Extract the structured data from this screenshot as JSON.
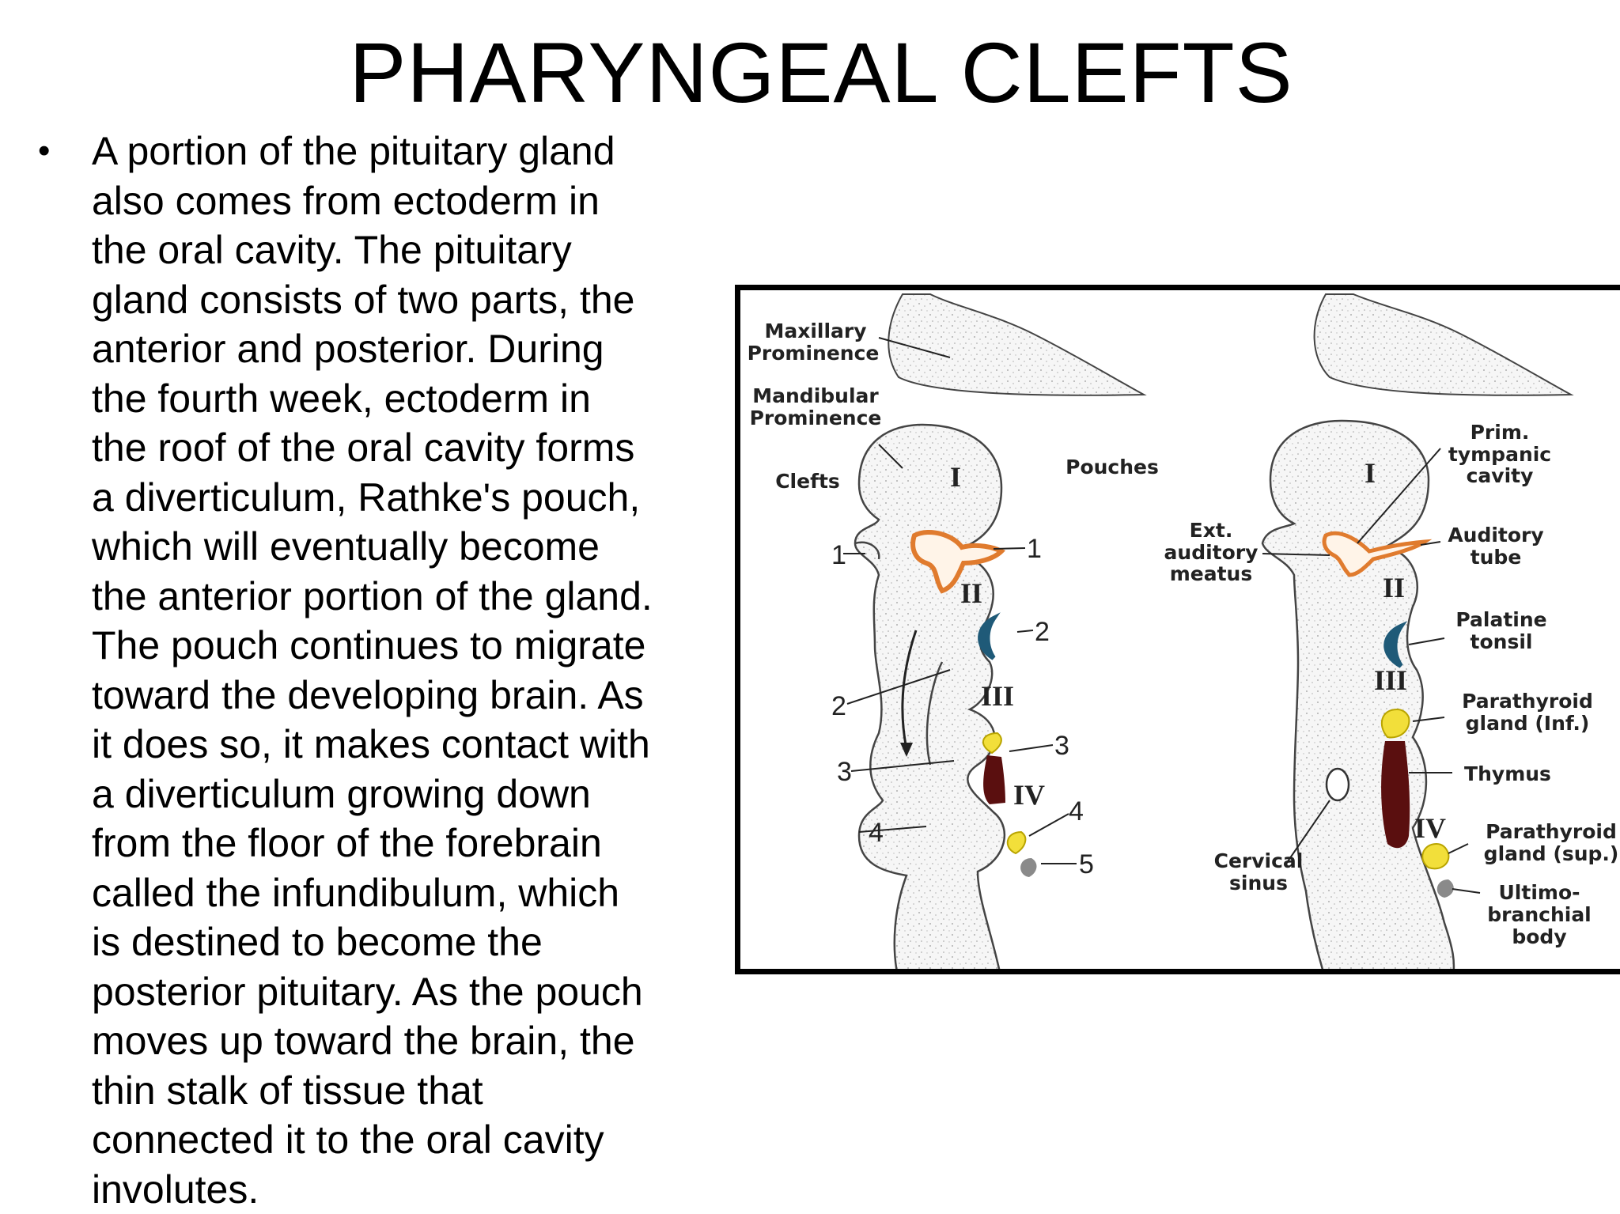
{
  "slide": {
    "title": "PHARYNGEAL CLEFTS",
    "bullet_lines": [
      "A portion of the pituitary gland",
      "also comes from ectoderm in",
      "the oral cavity. The pituitary",
      "gland consists of two parts, the",
      "anterior and posterior. During",
      "the fourth week, ectoderm in",
      "the roof of the oral cavity forms",
      "a diverticulum, Rathke's pouch,",
      "which will eventually become",
      "the anterior portion of the gland.",
      "The pouch continues to migrate",
      "toward the developing brain. As",
      "it does so, it makes contact with",
      "a diverticulum growing down",
      "from the floor of the forebrain",
      "called the infundibulum, which",
      "is destined to become the",
      "posterior pituitary. As the pouch",
      "moves up toward the brain, the",
      "thin stalk of tissue that",
      "connected it to the oral cavity",
      "involutes."
    ]
  },
  "figure": {
    "left_labels": {
      "maxillary_1": "Maxillary",
      "maxillary_2": "Prominence",
      "mandibular_1": "Mandibular",
      "mandibular_2": "Prominence",
      "clefts": "Clefts",
      "pouches": "Pouches"
    },
    "right_labels": {
      "prim_1": "Prim.",
      "prim_2": "tympanic",
      "prim_3": "cavity",
      "ext_1": "Ext.",
      "ext_2": "auditory",
      "ext_3": "meatus",
      "auditory_1": "Auditory",
      "auditory_2": "tube",
      "palatine_1": "Palatine",
      "palatine_2": "tonsil",
      "parathyroid_inf_1": "Parathyroid",
      "parathyroid_inf_2": "gland (Inf.)",
      "thymus": "Thymus",
      "parathyroid_sup_1": "Parathyroid",
      "parathyroid_sup_2": "gland (sup.)",
      "ultimo_1": "Ultimo-",
      "ultimo_2": "branchial",
      "ultimo_3": "body",
      "cervical_1": "Cervical",
      "cervical_2": "sinus"
    },
    "left_numbers": {
      "cleft_1": "1",
      "cleft_2": "2",
      "cleft_3": "3",
      "cleft_4": "4",
      "pouch_1": "1",
      "pouch_2": "2",
      "pouch_3": "3",
      "pouch_4": "4",
      "pouch_5": "5"
    },
    "left_romans": {
      "r1": "I",
      "r2": "II",
      "r3": "III",
      "r4": "IV"
    },
    "right_romans": {
      "r1": "I",
      "r2": "II",
      "r3": "III",
      "r4": "IV"
    },
    "colors": {
      "tissue": "#f4f4f4",
      "orange": "#e07b2e",
      "blue": "#1f5a78",
      "yellow": "#f2df3a",
      "maroon": "#5a0f0f",
      "gray": "#8a8a8a"
    }
  }
}
